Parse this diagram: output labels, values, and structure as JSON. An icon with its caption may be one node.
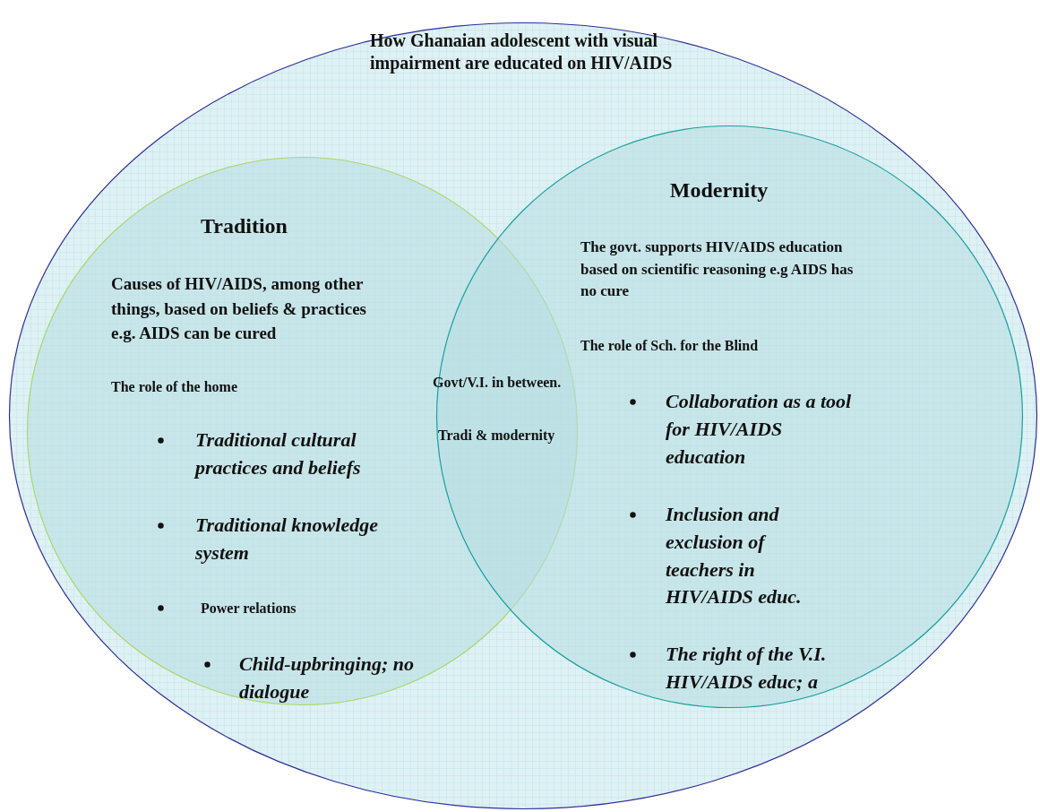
{
  "diagram": {
    "nodes": [
      {
        "text": [
          "How Ghanaian adolescent with visual impairment are educated  on HIV/AIDS"
        ]
      },
      {
        "text": [
          "Tradition",
          "Causes of HIV/AIDS, among other things, based on beliefs & practices e.g. AIDS can be cured",
          "The role of the home",
          "Traditional cultural practices and beliefs",
          "Traditional knowledge system",
          "Power relations",
          "Child-upbringing; no dialogue"
        ],
        "in": 0
      },
      {
        "text": [
          "Modernity",
          "The govt. supports HIV/AIDS education based on scientific reasoning  e.g AIDS has no cure",
          "The role of  Sch. for the Blind",
          "Collaboration as a tool for HIV/AIDS education",
          "Inclusion and exclusion of teachers in HIV/AIDS educ.",
          "The right of the V.I. HIV/AIDS educ; a"
        ],
        "in": 0
      }
    ],
    "labels": [
      "Govt/V.I. in between.",
      "Tradi & modernity"
    ]
  }
}
